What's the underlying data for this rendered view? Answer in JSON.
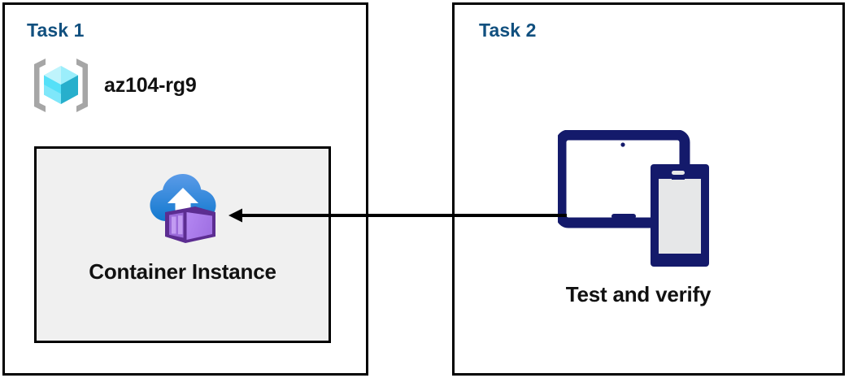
{
  "diagram": {
    "type": "architecture-task-diagram",
    "background_color": "#ffffff",
    "panels": [
      {
        "id": "task1",
        "title": "Task 1",
        "title_color": "#11507F",
        "border_color": "#000000",
        "resource_group": {
          "icon": "azure-resource-group-icon",
          "label": "az104-rg9"
        },
        "resource_box": {
          "fill_color": "#f0f0f0",
          "border_color": "#000000",
          "icon": "azure-container-instance-icon",
          "label": "Container Instance"
        }
      },
      {
        "id": "task2",
        "title": "Task 2",
        "title_color": "#11507F",
        "border_color": "#000000",
        "devices": {
          "icon": "tablet-and-phone-devices-icon",
          "icon_color": "#141A6B",
          "label": "Test and verify"
        }
      }
    ],
    "connector": {
      "name": "arrow-task2-to-task1",
      "direction": "right-to-left",
      "color": "#000000",
      "from": "Test and verify",
      "to": "Container Instance"
    }
  },
  "colors": {
    "title_blue": "#11507F",
    "box_gray": "#f0f0f0",
    "outline_black": "#000000",
    "device_navy": "#141A6B",
    "cube_cyan_light": "#9BEEFB",
    "cube_cyan_mid": "#32D1F0",
    "cube_cyan_dark": "#27AFCC",
    "bracket_gray": "#A6A6A6",
    "cloud_blue_top": "#5B9BE8",
    "cloud_blue_bottom": "#1B7FD4",
    "container_purple_dark": "#5C2D91",
    "container_purple_light": "#AE7FEE",
    "container_purple_mid": "#9A6AD9"
  }
}
